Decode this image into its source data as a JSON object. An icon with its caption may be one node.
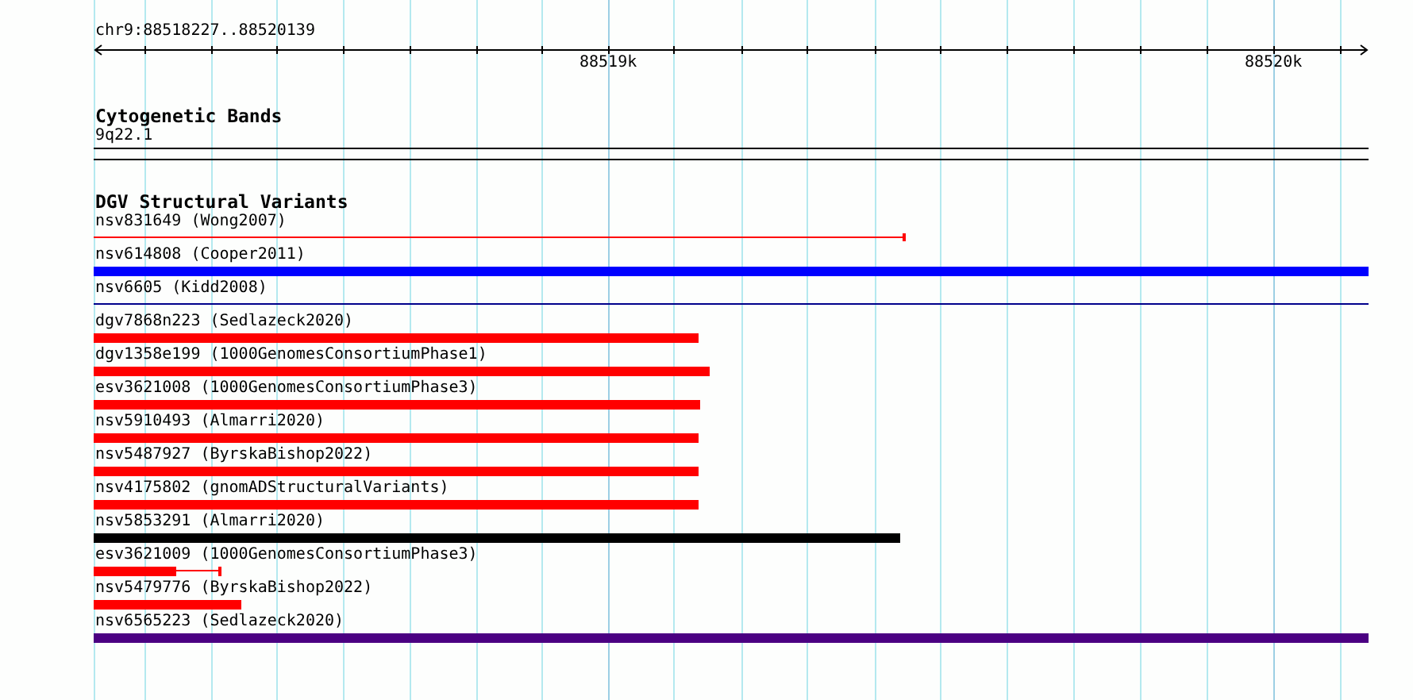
{
  "diagram": {
    "title": "chr9:88518227..88520139",
    "labels": [
      "88519k",
      "88520k",
      "Cytogenetic Bands",
      "9q22.1",
      "DGV Structural Variants",
      "nsv831649 (Wong2007)",
      "nsv614808 (Cooper2011)",
      "nsv6605 (Kidd2008)",
      "dgv7868n223 (Sedlazeck2020)",
      "dgv1358e199 (1000GenomesConsortiumPhase1)",
      "esv3621008 (1000GenomesConsortiumPhase3)",
      "nsv5910493 (Almarri2020)",
      "nsv5487927 (ByrskaBishop2022)",
      "nsv4175802 (gnomADStructuralVariants)",
      "nsv5853291 (Almarri2020)",
      "esv3621009 (1000GenomesConsortiumPhase3)",
      "nsv5479776 (ByrskaBishop2022)",
      "nsv6565223 (Sedlazeck2020)"
    ]
  }
}
